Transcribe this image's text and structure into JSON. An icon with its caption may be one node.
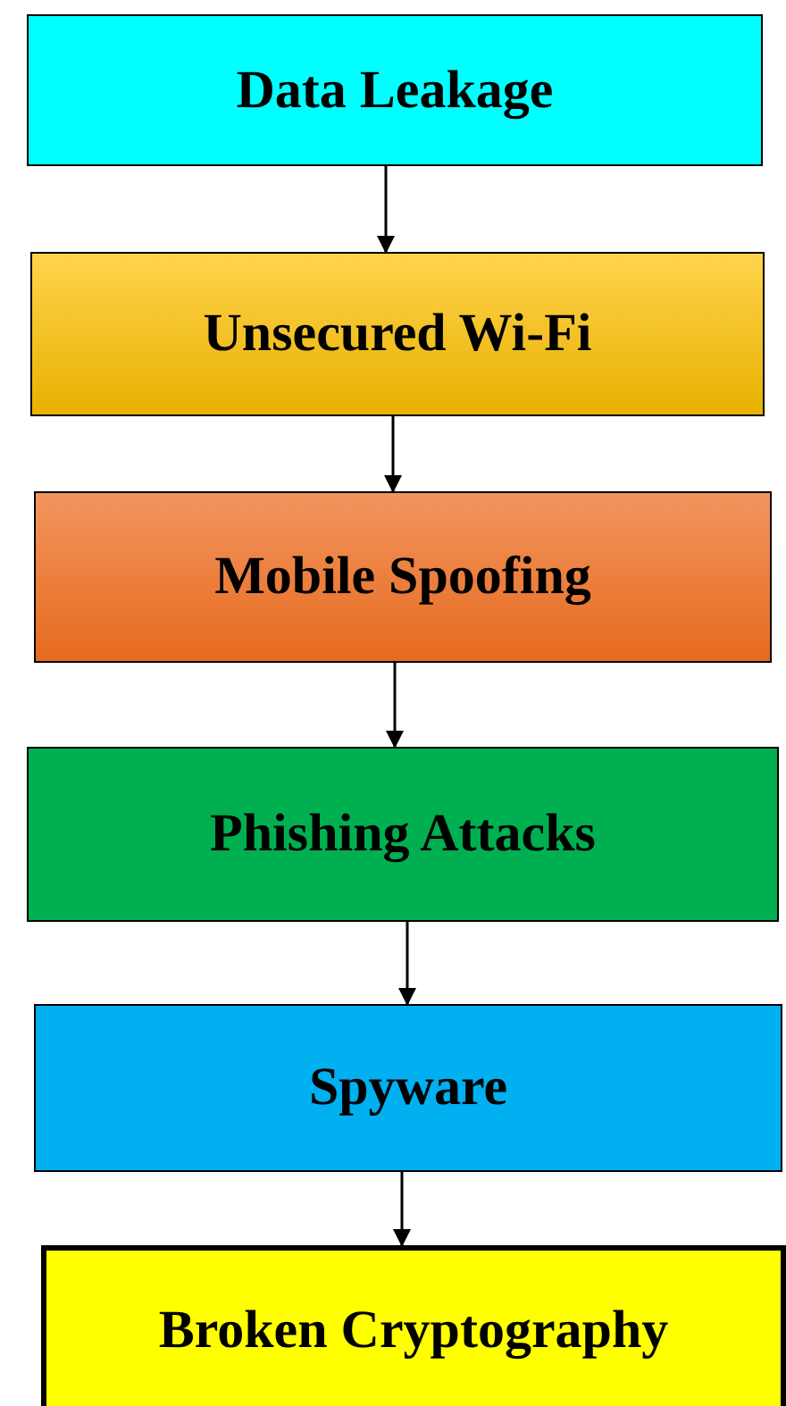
{
  "diagram": {
    "nodes": [
      {
        "text": [
          "Data Leakage"
        ]
      },
      {
        "text": [
          "Unsecured Wi-Fi"
        ]
      },
      {
        "text": [
          "Mobile Spoofing"
        ]
      },
      {
        "text": [
          "Phishing Attacks"
        ]
      },
      {
        "text": [
          "Spyware"
        ]
      },
      {
        "text": [
          "Broken Cryptography"
        ]
      }
    ],
    "edges": [
      {
        "from": 0,
        "to": 1,
        "arrow": "to"
      },
      {
        "from": 1,
        "to": 2,
        "arrow": "to"
      },
      {
        "from": 2,
        "to": 3,
        "arrow": "to"
      },
      {
        "from": 3,
        "to": 4,
        "arrow": "to"
      },
      {
        "from": 4,
        "to": 5,
        "arrow": "to"
      }
    ]
  }
}
